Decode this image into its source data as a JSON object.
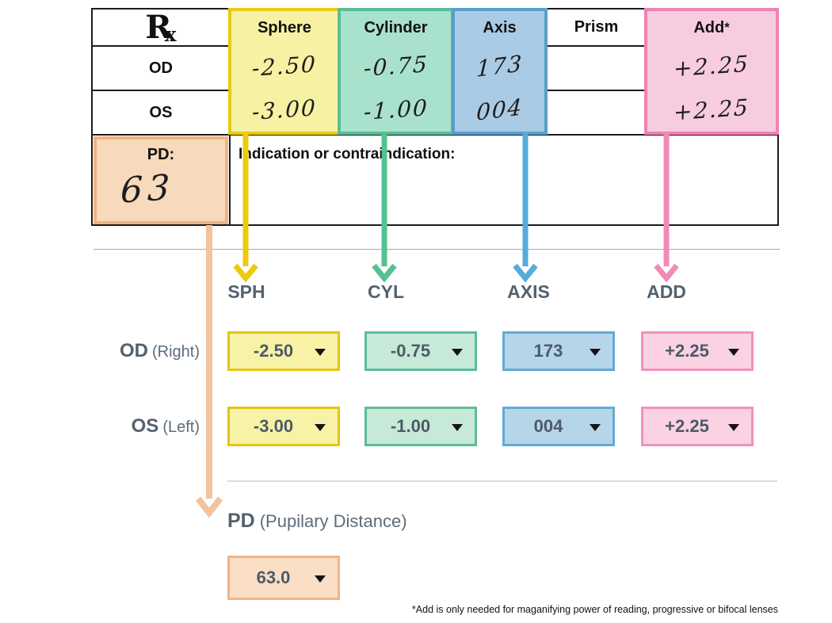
{
  "table": {
    "rx_r": "R",
    "rx_x": "x",
    "headers": {
      "sphere": "Sphere",
      "cylinder": "Cylinder",
      "axis": "Axis",
      "prism": "Prism",
      "add": "Add",
      "add_asterisk": "*"
    },
    "od": {
      "label": "OD",
      "sphere": "-2.50",
      "cylinder": "-0.75",
      "axis": "173",
      "prism": "",
      "add": "+2.25"
    },
    "os": {
      "label": "OS",
      "sphere": "-3.00",
      "cylinder": "-1.00",
      "axis": "004",
      "prism": "",
      "add": "+2.25"
    },
    "pd": {
      "label": "PD:",
      "value": "63"
    },
    "indication_label": "Indication or contraindication:"
  },
  "form": {
    "headers": {
      "sph": "SPH",
      "cyl": "CYL",
      "axis": "AXIS",
      "add": "ADD"
    },
    "od": {
      "label": "OD",
      "sublabel": "(Right)",
      "sph": "-2.50",
      "cyl": "-0.75",
      "axis": "173",
      "add": "+2.25"
    },
    "os": {
      "label": "OS",
      "sublabel": "(Left)",
      "sph": "-3.00",
      "cyl": "-1.00",
      "axis": "004",
      "add": "+2.25"
    },
    "pd": {
      "label": "PD",
      "sublabel": "(Pupilary Distance)",
      "value": "63.0"
    }
  },
  "footnote": "*Add is only needed for maganifying power of reading, progressive or bifocal lenses",
  "colors": {
    "sphere_fill": "#f7f1a3",
    "sphere_border": "#e9ca10",
    "cylinder_fill": "#a9e2cc",
    "cylinder_border": "#5abc97",
    "axis_fill": "#aacbe5",
    "axis_border": "#56a0c9",
    "add_fill": "#f8cce0",
    "add_border": "#ef82b1",
    "pd_fill": "#f7d9bc",
    "pd_border": "#f1b285",
    "arrow_sphere": "#eec90e",
    "arrow_cylinder": "#55c190",
    "arrow_axis": "#57abdb",
    "arrow_add": "#f28ab8",
    "arrow_pd": "#f4c29d",
    "form_label_text": "#53616f",
    "dropdown_value_text": "#4c5a68"
  }
}
